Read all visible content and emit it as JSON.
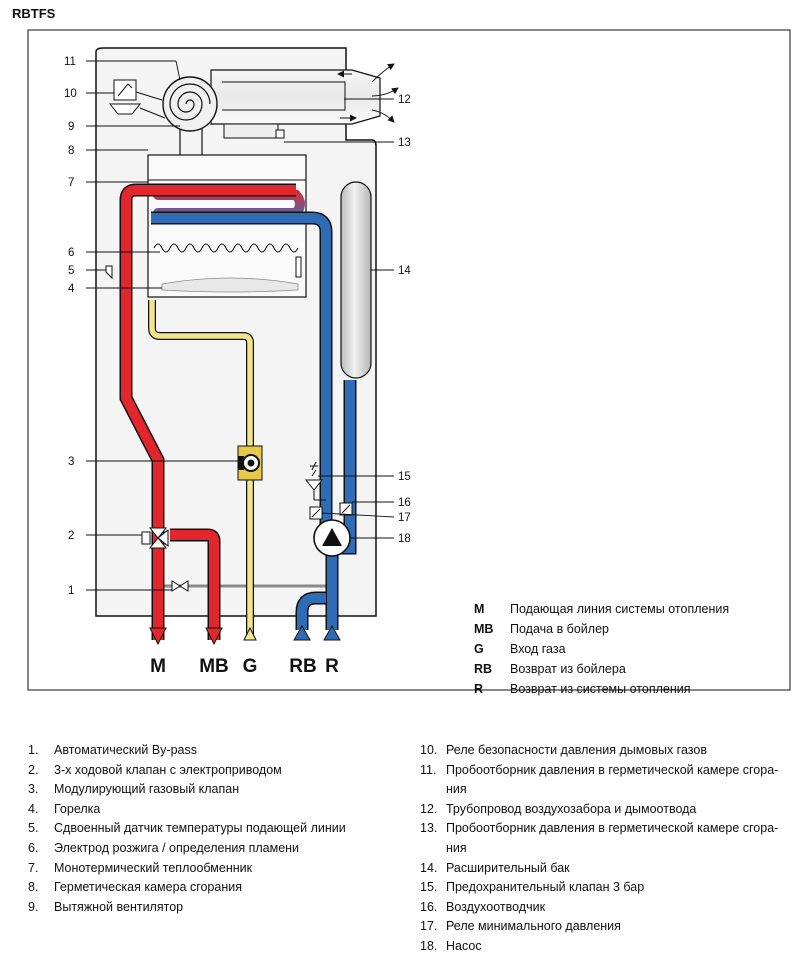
{
  "title": "RBTFS",
  "callouts": {
    "c1": "1",
    "c2": "2",
    "c3": "3",
    "c4": "4",
    "c5": "5",
    "c6": "6",
    "c7": "7",
    "c8": "8",
    "c9": "9",
    "c10": "10",
    "c11": "11",
    "c12": "12",
    "c13": "13",
    "c14": "14",
    "c15": "15",
    "c16": "16",
    "c17": "17",
    "c18": "18"
  },
  "ports": {
    "M": "M",
    "MB": "MB",
    "G": "G",
    "RB": "RB",
    "R": "R"
  },
  "legend": [
    {
      "code": "M",
      "desc": "Подающая линия системы отопления"
    },
    {
      "code": "MB",
      "desc": "Подача в бойлер"
    },
    {
      "code": "G",
      "desc": "Вход газа"
    },
    {
      "code": "RB",
      "desc": "Возврат из бойлера"
    },
    {
      "code": "R",
      "desc": "Возврат из системы отопления"
    }
  ],
  "parts_left": [
    {
      "no": "1.",
      "text": "Автоматический By-pass"
    },
    {
      "no": "2.",
      "text": "3-х ходовой клапан с электроприводом"
    },
    {
      "no": "3.",
      "text": "Модулирующий газовый клапан"
    },
    {
      "no": "4.",
      "text": "Горелка"
    },
    {
      "no": "5.",
      "text": "Сдвоенный датчик температуры подающей линии"
    },
    {
      "no": "6.",
      "text": "Электрод розжига / определения пламени"
    },
    {
      "no": "7.",
      "text": "Монотермический теплообменник"
    },
    {
      "no": "8.",
      "text": "Герметическая камера сгорания"
    },
    {
      "no": "9.",
      "text": "Вытяжной вентилятор"
    }
  ],
  "parts_right": [
    {
      "no": "10.",
      "text": "Реле безопасности давления дымовых газов"
    },
    {
      "no": "11.",
      "text": "Пробоотборник давления в герметической камере сгора-ния"
    },
    {
      "no": "12.",
      "text": "Трубопровод воздухозабора и дымоотвода"
    },
    {
      "no": "13.",
      "text": "Пробоотборник давления в герметической камере сгора-ния"
    },
    {
      "no": "14.",
      "text": "Расширительный бак"
    },
    {
      "no": "15.",
      "text": "Предохранительный клапан 3 бар"
    },
    {
      "no": "16.",
      "text": "Воздухоотводчик"
    },
    {
      "no": "17.",
      "text": "Реле минимального давления"
    },
    {
      "no": "18.",
      "text": "Насос"
    }
  ],
  "colors": {
    "supply": "#e3262b",
    "return": "#2e6db5",
    "gas": "#f2e58a",
    "tank": "#d8d8d8",
    "outline": "#111111"
  }
}
